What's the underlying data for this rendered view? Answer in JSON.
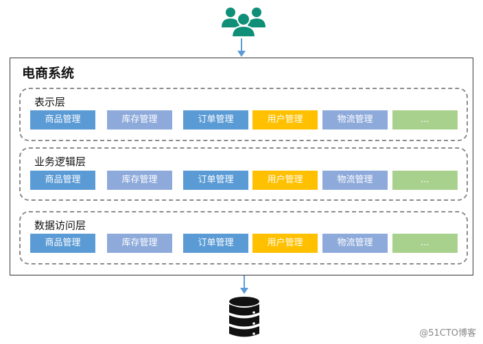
{
  "title": "电商系统",
  "layers": [
    {
      "name": "表示层",
      "modules": [
        "商品管理",
        "库存管理",
        "订单管理",
        "用户管理",
        "物流管理",
        "..."
      ]
    },
    {
      "name": "业务逻辑层",
      "modules": [
        "商品管理",
        "库存管理",
        "订单管理",
        "用户管理",
        "物流管理",
        "..."
      ]
    },
    {
      "name": "数据访问层",
      "modules": [
        "商品管理",
        "库存管理",
        "订单管理",
        "用户管理",
        "物流管理",
        "..."
      ]
    }
  ],
  "module_colors": [
    "#5b9bd5",
    "#8eaadb",
    "#5b9bd5",
    "#ffc000",
    "#8eaadb",
    "#a9d18e"
  ],
  "icons": {
    "top": "users-icon",
    "bottom": "database-icon"
  },
  "watermark": "@51CTO博客"
}
